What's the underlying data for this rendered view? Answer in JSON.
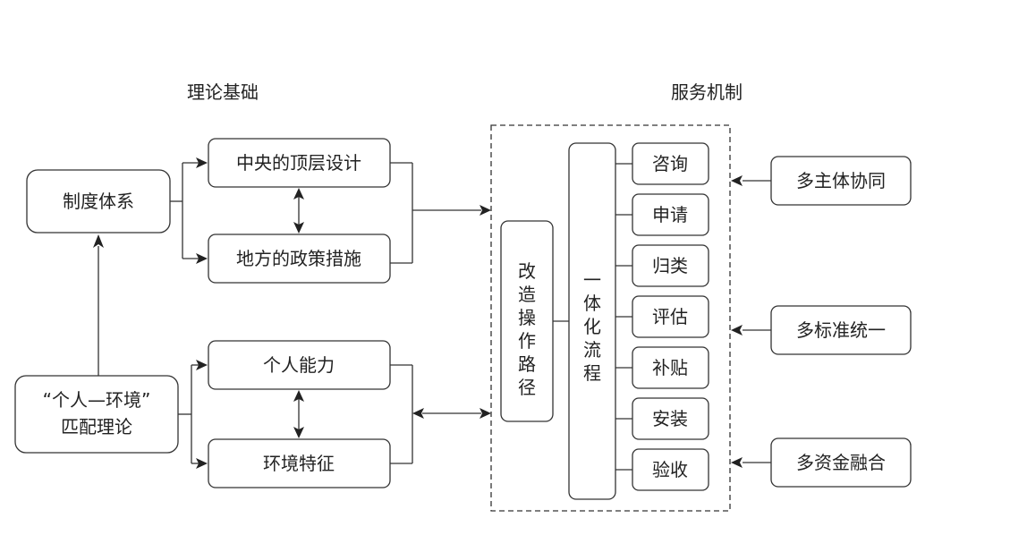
{
  "headings": {
    "theory": "理论基础",
    "service": "服务机制"
  },
  "theory": {
    "institution": "制度体系",
    "central": "中央的顶层设计",
    "local": "地方的政策措施",
    "match_line1": "“个人—环境”",
    "match_line2": "匹配理论",
    "ability": "个人能力",
    "environment": "环境特征"
  },
  "service": {
    "path_chars": [
      "改",
      "造",
      "操",
      "作",
      "路",
      "径"
    ],
    "flow_chars": [
      "一",
      "体",
      "化",
      "流",
      "程"
    ],
    "steps": [
      "咨询",
      "申请",
      "归类",
      "评估",
      "补贴",
      "安装",
      "验收"
    ]
  },
  "supports": [
    "多主体协同",
    "多标准统一",
    "多资金融合"
  ]
}
